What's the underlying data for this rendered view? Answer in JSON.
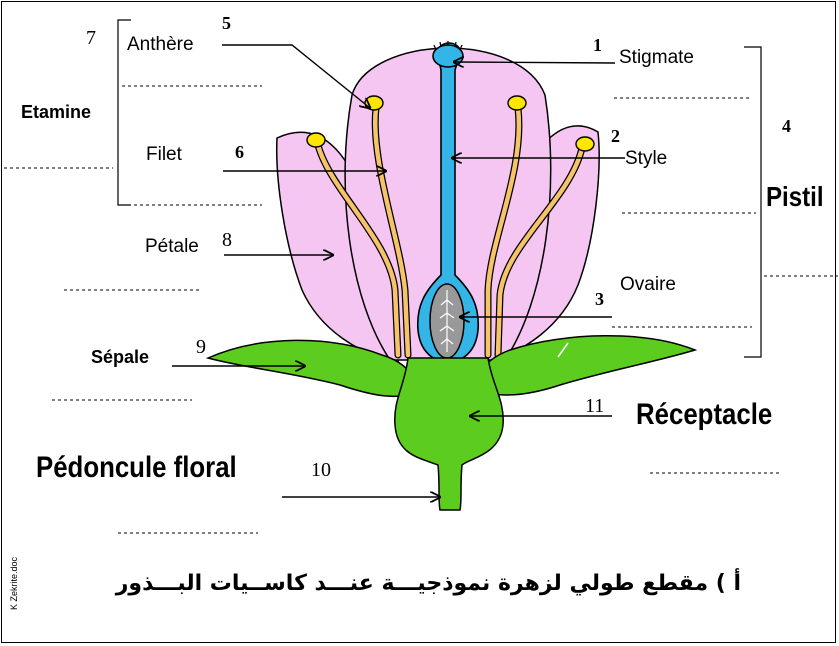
{
  "labels": {
    "anthere": "Anthère",
    "etamine": "Etamine",
    "filet": "Filet",
    "petale": "Pétale",
    "sepale": "Sépale",
    "pedoncule": "Pédoncule floral",
    "stigmate": "Stigmate",
    "style": "Style",
    "pistil": "Pistil",
    "ovaire": "Ovaire",
    "receptacle": "Réceptacle"
  },
  "numbers": {
    "n1": "1",
    "n2": "2",
    "n3": "3",
    "n4": "4",
    "n5": "5",
    "n6": "6",
    "n7": "7",
    "n8": "8",
    "n9": "9",
    "n10": "10",
    "n11": "11"
  },
  "title": "أ ) مقطع طولي لزهرة نموذجيـــة عنـــد كاســيات البـــذور",
  "credit": "K Zekrite.doc",
  "colors": {
    "petal": "#f5c6f2",
    "pistil": "#33b5e8",
    "green": "#5ccc1e",
    "stamen": "#f7c36a",
    "anther": "#ffe600",
    "ovule": "#999999"
  }
}
